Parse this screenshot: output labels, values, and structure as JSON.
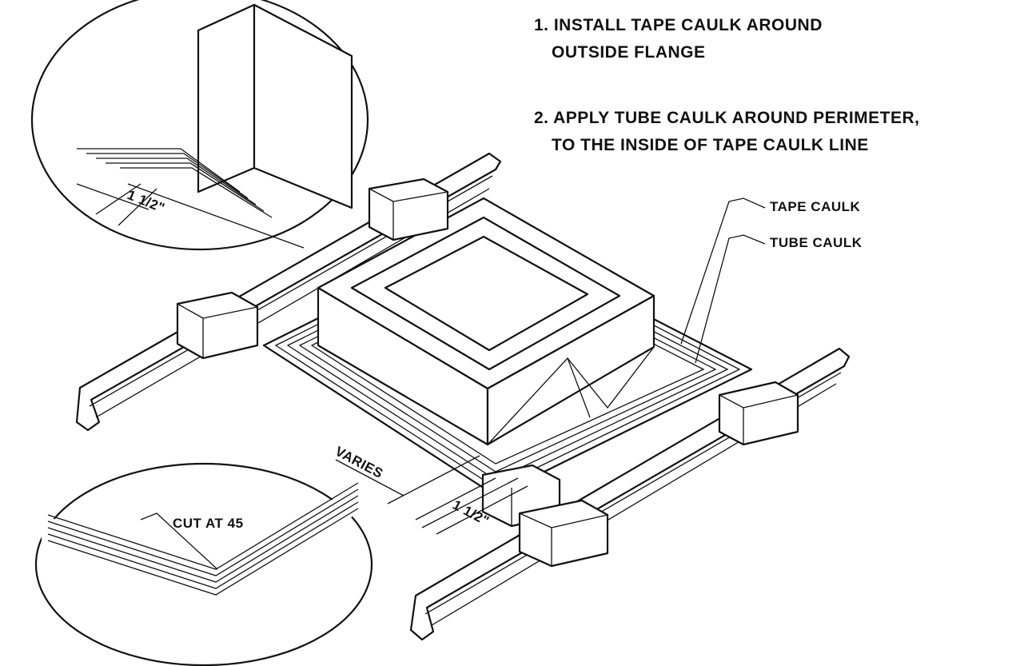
{
  "notes": {
    "step1_line1": "1. INSTALL TAPE CAULK AROUND",
    "step1_line2": "OUTSIDE FLANGE",
    "step2_line1": "2. APPLY TUBE CAULK AROUND PERIMETER,",
    "step2_line2": "TO THE INSIDE OF TAPE CAULK LINE"
  },
  "callouts": {
    "tape_caulk": "TAPE CAULK",
    "tube_caulk": "TUBE CAULK",
    "varies": "VARIES",
    "flange_width": "1 1/2\"",
    "detail_flange_width": "1 1/2\"",
    "cut": "CUT AT 45"
  },
  "colors": {
    "ink": "#111111",
    "paper": "#ffffff"
  }
}
